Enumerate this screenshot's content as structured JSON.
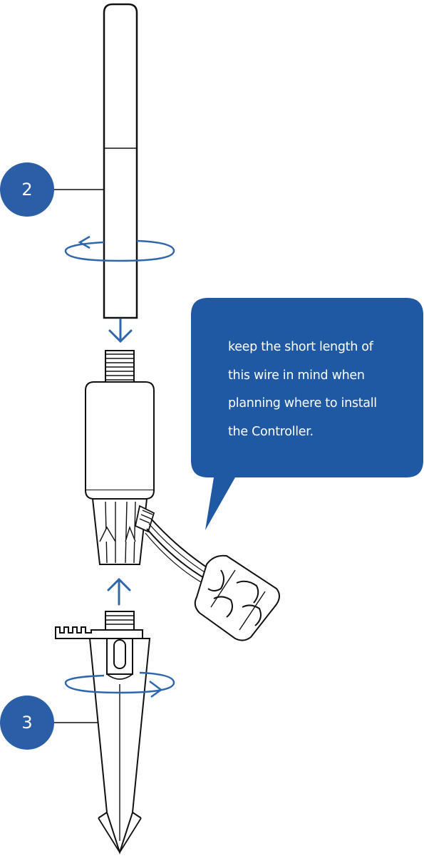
{
  "steps": [
    {
      "label": "2"
    },
    {
      "label": "3"
    }
  ],
  "callout": {
    "lines": [
      "keep the short length of",
      "this wire in mind when",
      "planning where to install",
      "the Controller."
    ]
  },
  "colors": {
    "badge": "#2a5fa7",
    "callout": "#1f58a3",
    "arrow": "#2f67ad",
    "line": "#111111"
  }
}
